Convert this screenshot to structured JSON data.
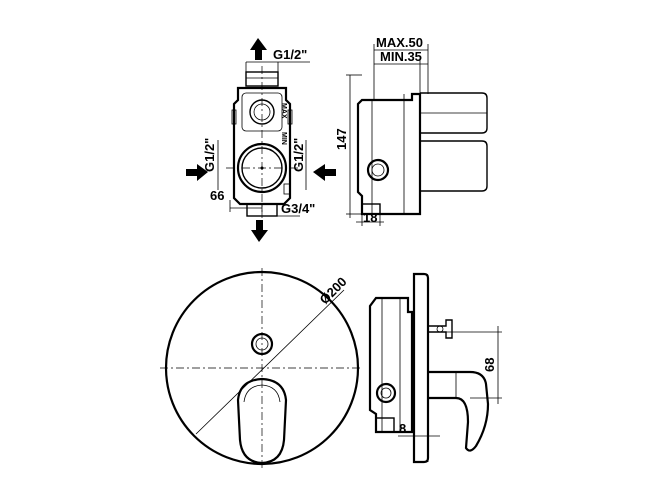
{
  "labels": {
    "top_inlet": "G1/2\"",
    "left_inlet": "G1/2\"",
    "right_inlet": "G1/2\"",
    "bottom_outlet": "G3/4\"",
    "width_66": "66",
    "max_depth": "MAX.50",
    "min_depth": "MIN.35",
    "height_147": "147",
    "depth_18": "18",
    "plate_diameter": "Ø200",
    "height_68": "68",
    "plate_thickness": "8",
    "body_mark_max": "MAX",
    "body_mark_min": "MIN"
  },
  "icons": {
    "flow_arrow": "filled-arrow-icon"
  }
}
